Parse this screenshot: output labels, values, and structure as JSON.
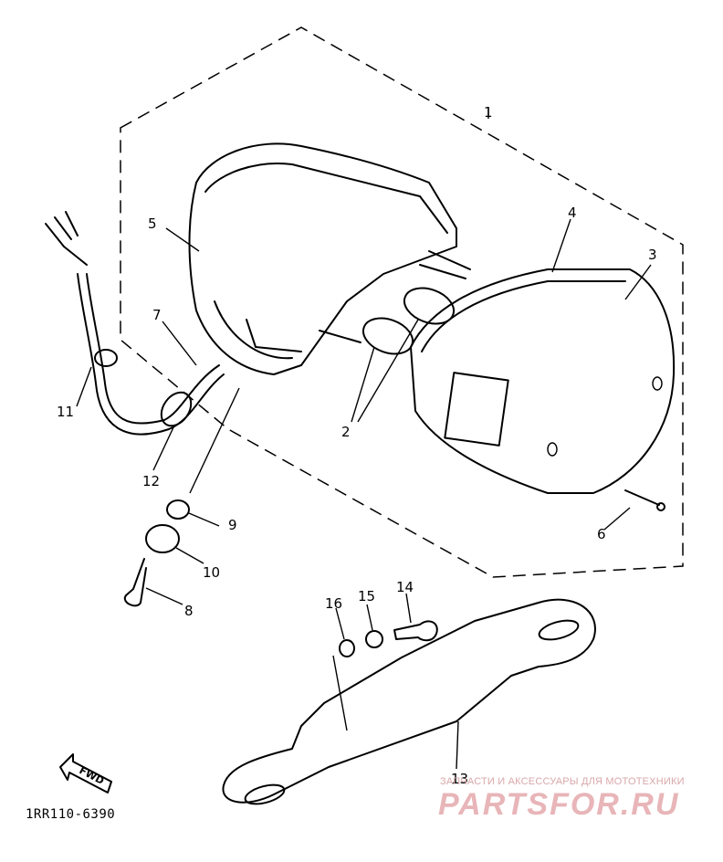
{
  "diagram": {
    "part_numbers": [
      "1",
      "2",
      "3",
      "4",
      "5",
      "6",
      "7",
      "8",
      "9",
      "10",
      "11",
      "12",
      "13",
      "14",
      "15",
      "16"
    ],
    "direction_label": "FWD",
    "drawing_code": "1RR110-6390"
  },
  "watermark": {
    "tagline": "ЗАПЧАСТИ И АКСЕССУАРЫ ДЛЯ МОТОТЕХНИКИ",
    "logo": "PARTSFOR.RU"
  },
  "colors": {
    "line": "#000000",
    "background": "#ffffff",
    "watermark": "#e8b5b8"
  }
}
